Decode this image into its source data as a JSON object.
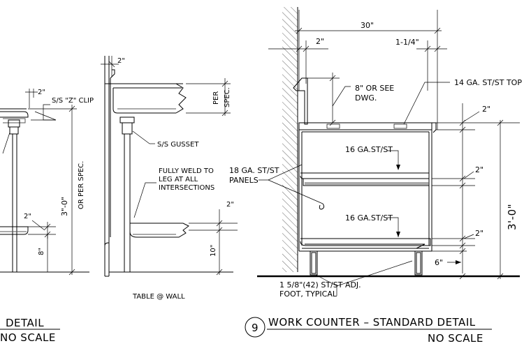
{
  "left_view": {
    "clip_dim": "2\"",
    "clip_label": "S/S \"Z\" CLIP",
    "height_dim": "3\"-0\"",
    "height_dim_alt": "OR PER SPEC.",
    "shelf_dim": "2\"",
    "foot_dim": "8\"",
    "title": "DETAIL",
    "subtitle": "NO SCALE"
  },
  "middle_view": {
    "top_dim": "2\"",
    "per_spec_1": "PER",
    "per_spec_2": "SPEC.",
    "gusset_label": "S/S GUSSET",
    "weld_label_1": "FULLY WELD TO",
    "weld_label_2": "LEG AT ALL",
    "weld_label_3": "INTERSECTIONS",
    "shelf_dim": "2\"",
    "leg_dim": "10\"",
    "caption": "TABLE @ WALL"
  },
  "right_view": {
    "width_dim": "30\"",
    "left_offset_dim": "2\"",
    "right_offset_dim": "1-1/4\"",
    "backsplash_dim_1": "8\" OR SEE",
    "backsplash_dim_2": "DWG.",
    "top_label": "14 GA. ST/ST TOP",
    "top_thickness_dim": "2\"",
    "shelf_label_1": "16 GA.ST/ST",
    "shelf_label_2": "16 GA.ST/ST",
    "panel_label_1": "18 GA. ST/ST",
    "panel_label_2": "PANELS",
    "mid_shelf_dim": "2\"",
    "low_shelf_dim": "2\"",
    "height_dim": "3'-0\"",
    "foot_clearance_dim": "6\"",
    "foot_label_1": "1 5/8\"(42) ST/ST ADJ.",
    "foot_label_2": "FOOT, TYPICAL",
    "detail_number": "9",
    "title": "WORK COUNTER – STANDARD DETAIL",
    "subtitle": "NO SCALE"
  }
}
